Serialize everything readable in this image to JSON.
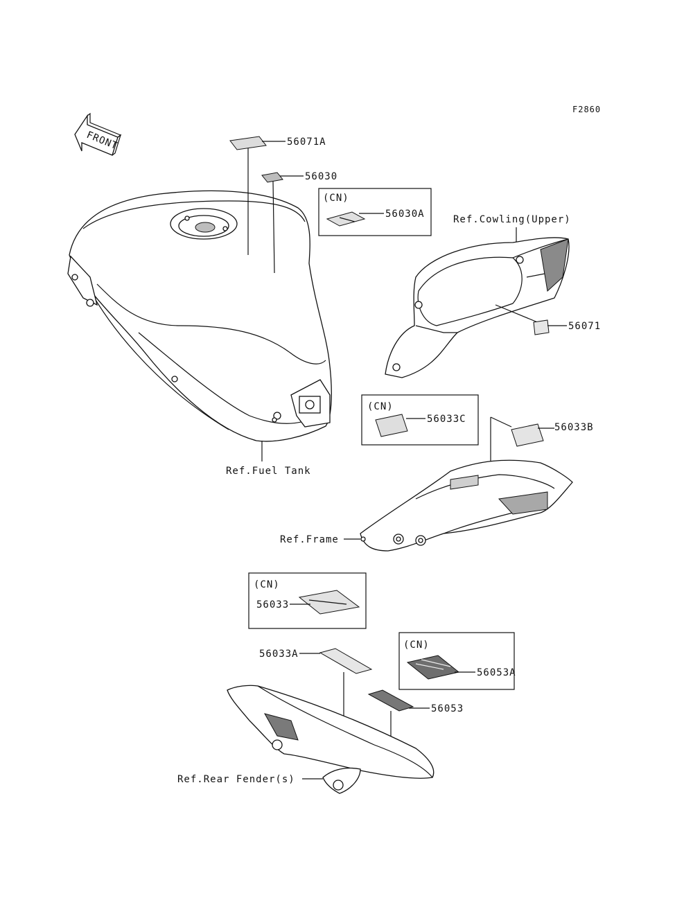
{
  "figure_code": "F2860",
  "front_arrow_text": "FRONT",
  "callouts": {
    "p56071A": "56071A",
    "p56030": "56030",
    "p56030A": "56030A",
    "p56071": "56071",
    "p56033C": "56033C",
    "p56033B": "56033B",
    "p56033": "56033",
    "p56033A": "56033A",
    "p56053A": "56053A",
    "p56053": "56053"
  },
  "cn_tags": [
    "(CN)",
    "(CN)",
    "(CN)",
    "(CN)"
  ],
  "references": {
    "cowling": "Ref.Cowling(Upper)",
    "fuel_tank": "Ref.Fuel Tank",
    "frame": "Ref.Frame",
    "rear_fender": "Ref.Rear Fender(s)"
  }
}
